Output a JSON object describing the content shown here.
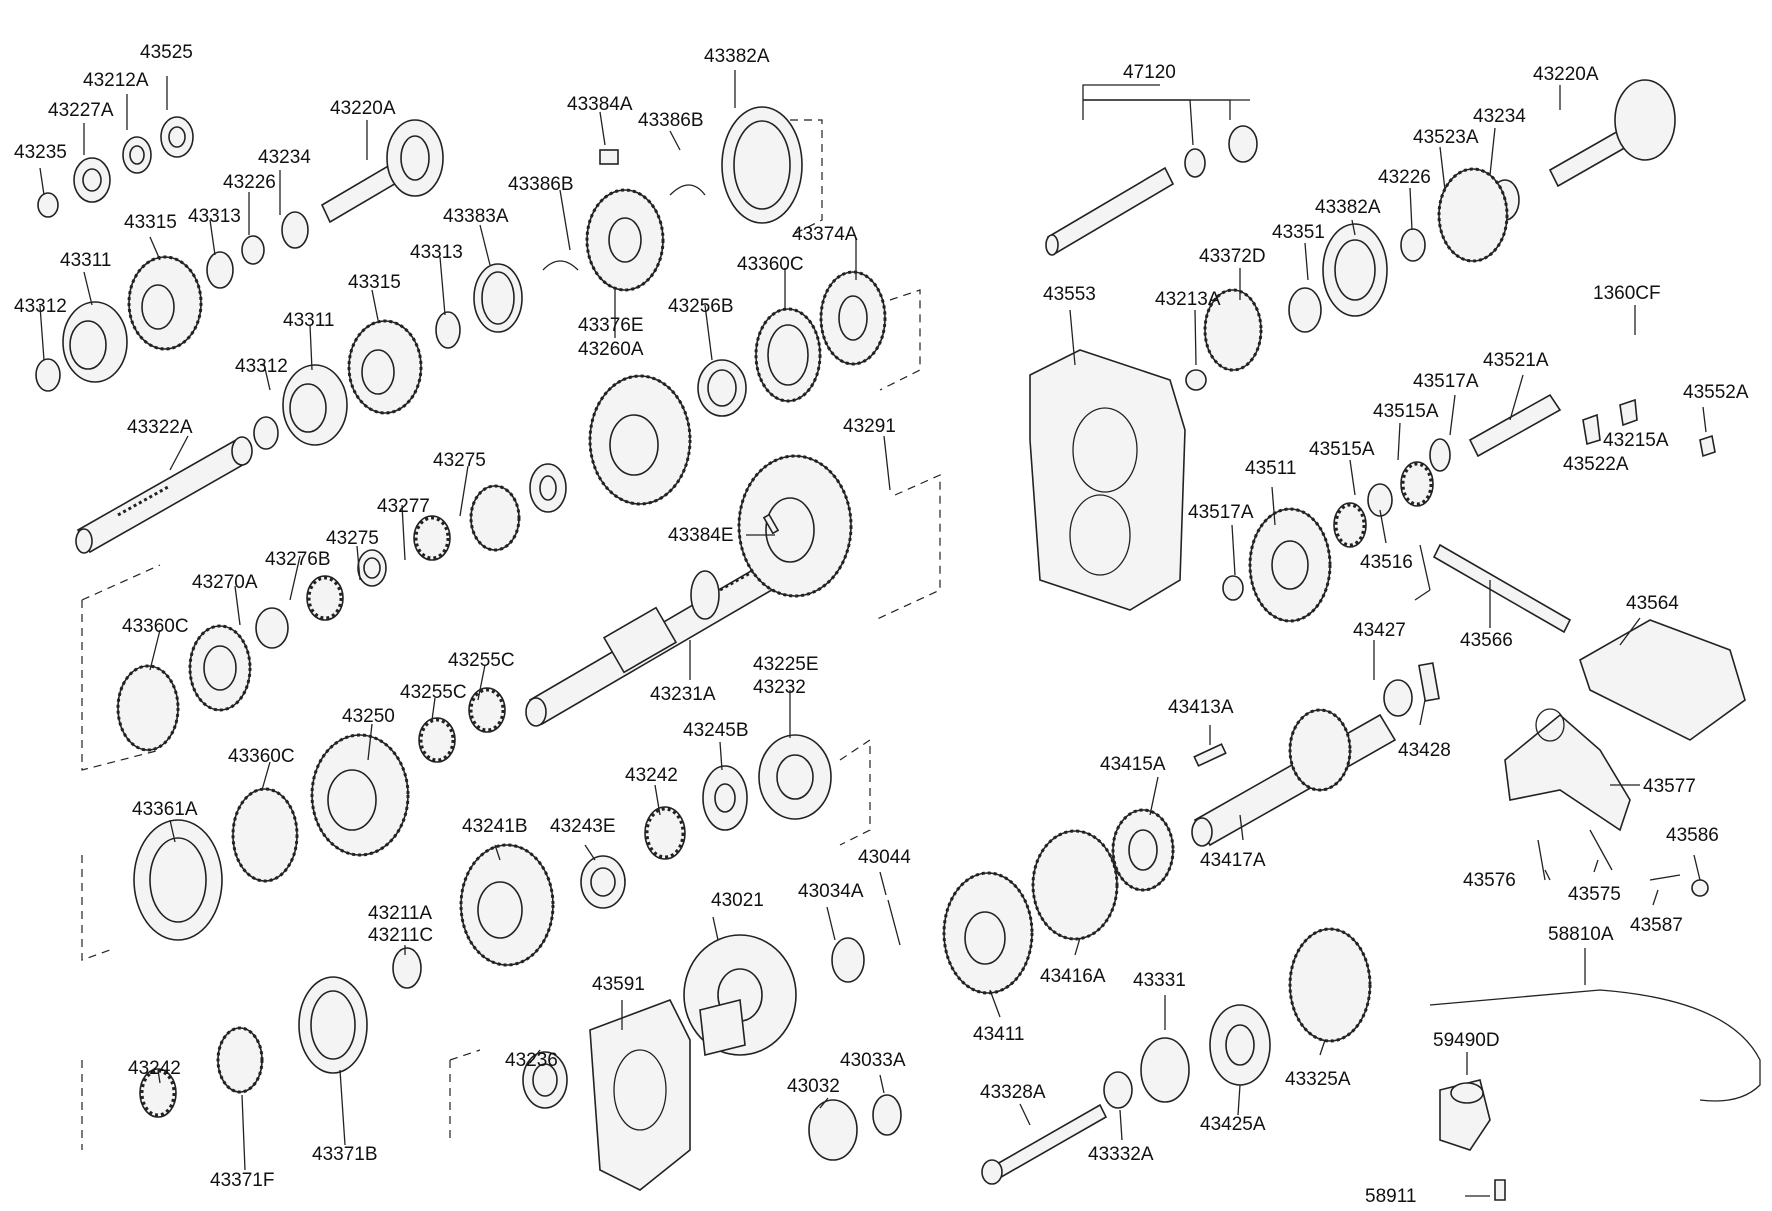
{
  "diagram": {
    "part_numbers": {
      "p43525": "43525",
      "p43212A": "43212A",
      "p43227A": "43227A",
      "p43235": "43235",
      "p43220A_l": "43220A",
      "p43234_l": "43234",
      "p43226_l": "43226",
      "p43313_a": "43313",
      "p43315_a": "43315",
      "p43311_a": "43311",
      "p43312_a": "43312",
      "p43382A_l": "43382A",
      "p43384A": "43384A",
      "p43386B_a": "43386B",
      "p43386B_b": "43386B",
      "p43383A": "43383A",
      "p43313_b": "43313",
      "p43315_b": "43315",
      "p43311_b": "43311",
      "p43312_b": "43312",
      "p43376E": "43376E",
      "p43260A": "43260A",
      "p43256B": "43256B",
      "p43360C_a": "43360C",
      "p43374A": "43374A",
      "p43322A": "43322A",
      "p43275_a": "43275",
      "p43277": "43277",
      "p43275_b": "43275",
      "p43276B": "43276B",
      "p43270A": "43270A",
      "p43360C_b": "43360C",
      "p43291": "43291",
      "p43384E": "43384E",
      "p43255C_a": "43255C",
      "p43255C_b": "43255C",
      "p43250": "43250",
      "p43231A": "43231A",
      "p43225E": "43225E",
      "p43232": "43232",
      "p43245B": "43245B",
      "p43242_a": "43242",
      "p43360C_c": "43360C",
      "p43361A": "43361A",
      "p43241B": "43241B",
      "p43243E": "43243E",
      "p43211A": "43211A",
      "p43211C": "43211C",
      "p43021": "43021",
      "p43034A": "43034A",
      "p43044": "43044",
      "p43591": "43591",
      "p43242_b": "43242",
      "p43371F": "43371F",
      "p43371B": "43371B",
      "p43236": "43236",
      "p43032": "43032",
      "p43033A": "43033A",
      "p47120": "47120",
      "p43220A_r": "43220A",
      "p43234_r": "43234",
      "p43523A": "43523A",
      "p43226_r": "43226",
      "p43382A_r": "43382A",
      "p43351": "43351",
      "p43372D": "43372D",
      "p43553": "43553",
      "p43213A": "43213A",
      "p1360CF": "1360CF",
      "p43521A": "43521A",
      "p43517A_a": "43517A",
      "p43552A": "43552A",
      "p43515A_a": "43515A",
      "p43215A": "43215A",
      "p43522A": "43522A",
      "p43515A_b": "43515A",
      "p43511": "43511",
      "p43517A_b": "43517A",
      "p43516": "43516",
      "p43427": "43427",
      "p43566": "43566",
      "p43564": "43564",
      "p43413A": "43413A",
      "p43428": "43428",
      "p43415A": "43415A",
      "p43577": "43577",
      "p43417A": "43417A",
      "p43586": "43586",
      "p43576": "43576",
      "p43575": "43575",
      "p43587": "43587",
      "p58810A": "58810A",
      "p43416A": "43416A",
      "p43331": "43331",
      "p43411": "43411",
      "p43325A": "43325A",
      "p59490D": "59490D",
      "p43328A": "43328A",
      "p43425A": "43425A",
      "p43332A": "43332A",
      "p58911": "58911"
    }
  }
}
